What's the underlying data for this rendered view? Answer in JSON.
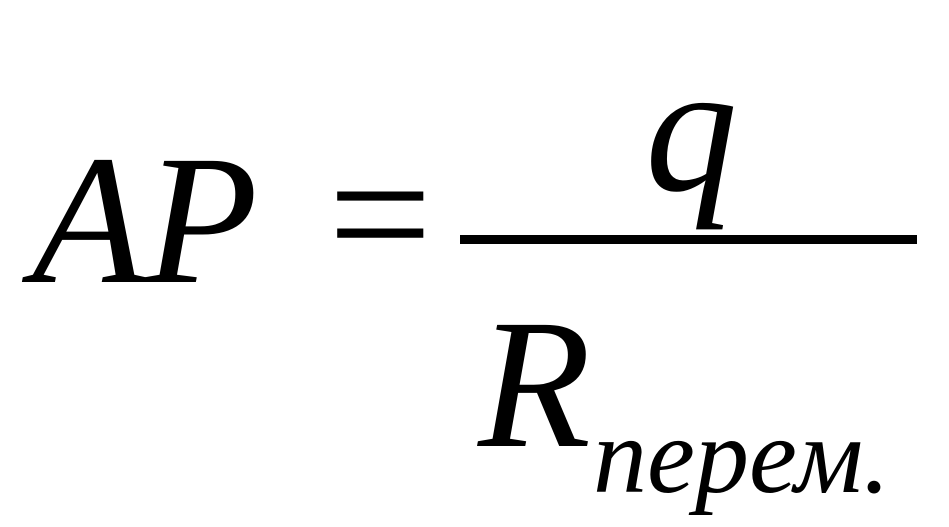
{
  "formula": {
    "lhs": "AP",
    "operator": "=",
    "numerator": "q",
    "denominator_main": "R",
    "denominator_subscript": "перем."
  },
  "colors": {
    "text": "#000000",
    "background": "#ffffff"
  }
}
